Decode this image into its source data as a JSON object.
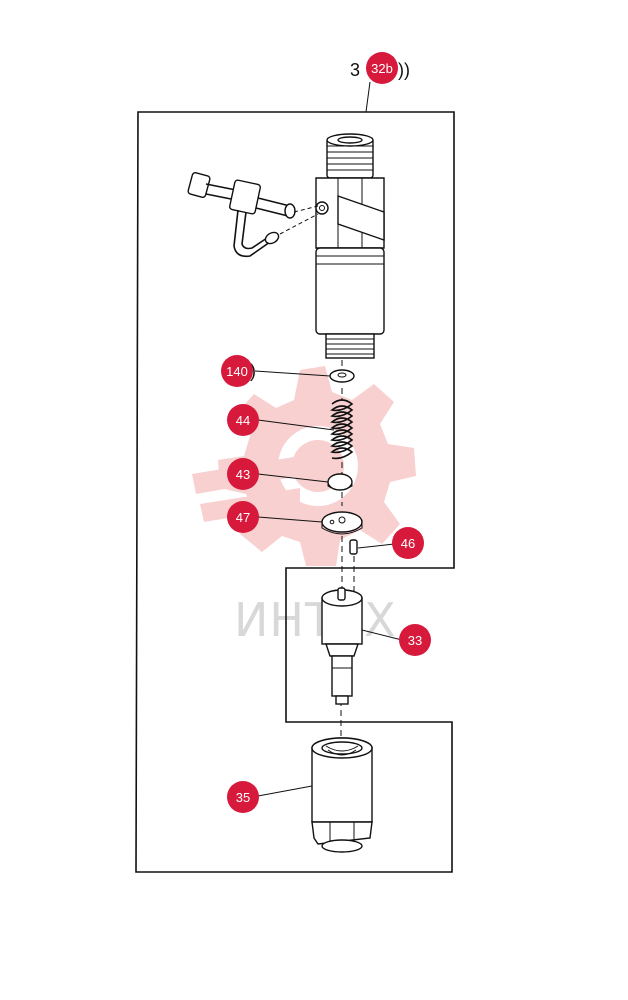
{
  "diagram": {
    "header_label_prefix": "3",
    "header_label_suffix": "))",
    "watermark_text": "ИНТЕХ",
    "colors": {
      "callout": "#d7193b",
      "line": "#111111",
      "watermark_gear": "#f7c8c8",
      "watermark_text": "#d8d8d8"
    },
    "callouts": [
      {
        "id": "32b",
        "label": "32b"
      },
      {
        "id": "140",
        "label": "140"
      },
      {
        "id": "44",
        "label": "44"
      },
      {
        "id": "43",
        "label": "43"
      },
      {
        "id": "47",
        "label": "47"
      },
      {
        "id": "46",
        "label": "46"
      },
      {
        "id": "33",
        "label": "33"
      },
      {
        "id": "35",
        "label": "35"
      }
    ]
  }
}
